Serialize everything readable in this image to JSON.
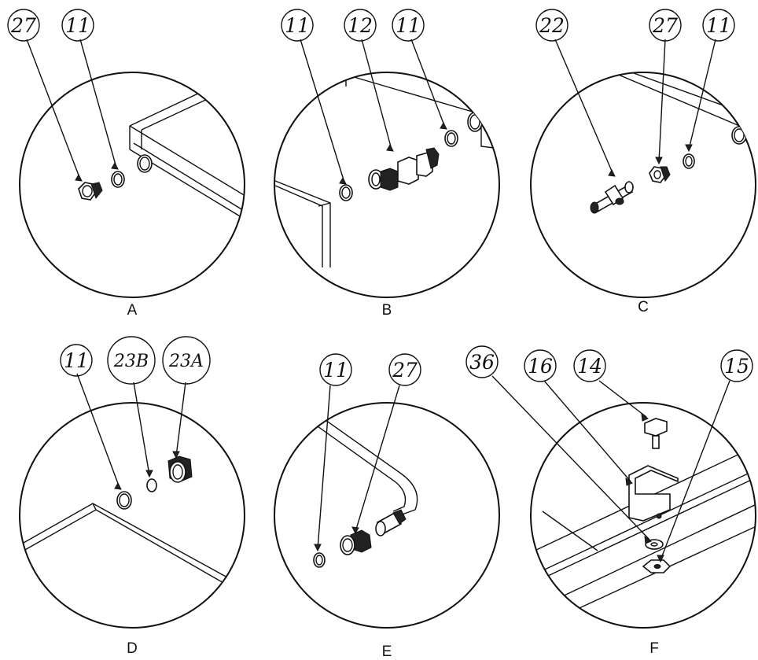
{
  "panels": [
    {
      "id": "A",
      "label": "A",
      "callouts": [
        "27",
        "11"
      ]
    },
    {
      "id": "B",
      "label": "B",
      "callouts": [
        "11",
        "12",
        "11"
      ]
    },
    {
      "id": "C",
      "label": "C",
      "callouts": [
        "22",
        "27",
        "11"
      ]
    },
    {
      "id": "D",
      "label": "D",
      "callouts": [
        "11",
        "23B",
        "23A"
      ]
    },
    {
      "id": "E",
      "label": "E",
      "callouts": [
        "11",
        "27"
      ]
    },
    {
      "id": "F",
      "label": "F",
      "callouts": [
        "36",
        "16",
        "14",
        "15"
      ]
    }
  ]
}
